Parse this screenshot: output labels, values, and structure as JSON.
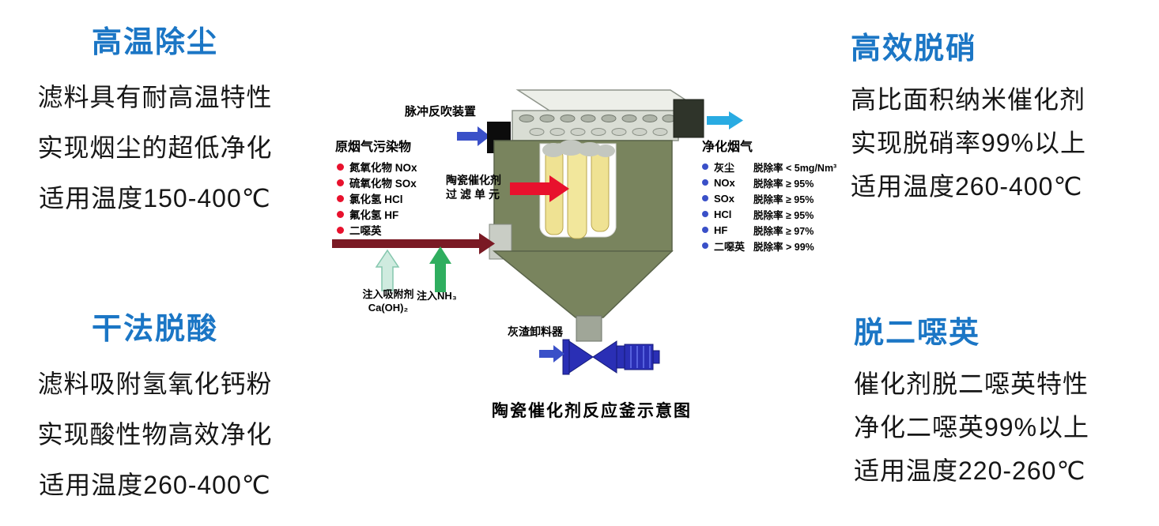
{
  "panels": {
    "top_left": {
      "title": "高温除尘",
      "lines": [
        "滤料具有耐高温特性",
        "实现烟尘的超低净化",
        "适用温度150-400℃"
      ]
    },
    "top_right": {
      "title": "高效脱硝",
      "lines": [
        "高比面积纳米催化剂",
        "实现脱硝率99%以上",
        "适用温度260-400℃"
      ]
    },
    "bottom_left": {
      "title": "干法脱酸",
      "lines": [
        "滤料吸附氢氧化钙粉",
        "实现酸性物高效净化",
        "适用温度260-400℃"
      ]
    },
    "bottom_right": {
      "title": "脱二噁英",
      "lines": [
        "催化剂脱二噁英特性",
        "净化二噁英99%以上",
        "适用温度220-260℃"
      ]
    }
  },
  "diagram": {
    "caption": "陶瓷催化剂反应釜示意图",
    "pulse_device_label": "脉冲反吹装置",
    "raw_gas": {
      "title": "原烟气污染物",
      "items": [
        "氮氧化物 NOx",
        "硫氧化物 SOx",
        "氯化氢  HCl",
        "氟化氢  HF",
        "二噁英"
      ]
    },
    "filter_unit": {
      "line1": "陶瓷催化剂",
      "line2": "过滤单元"
    },
    "inject_absorbent": {
      "line1": "注入吸附剂",
      "line2": "Ca(OH)₂"
    },
    "inject_nh3": "注入NH₃",
    "clean_gas": {
      "title": "净化烟气",
      "rows": [
        {
          "name": "灰尘",
          "spec": "脱除率 < 5mg/Nm³"
        },
        {
          "name": "NOx",
          "spec": "脱除率 ≥  95%"
        },
        {
          "name": "SOx",
          "spec": "脱除率 ≥  95%"
        },
        {
          "name": "HCl",
          "spec": "脱除率 ≥  95%"
        },
        {
          "name": "HF",
          "spec": "脱除率 ≥  97%"
        },
        {
          "name": "二噁英",
          "spec": "脱除率 >  99%"
        }
      ]
    },
    "ash_discharger_label": "灰渣卸料器"
  },
  "colors": {
    "heading_blue": "#1B76C5",
    "arrow_red": "#E8112D",
    "arrow_dark_red": "#7A1A24",
    "arrow_green": "#2FAE5F",
    "arrow_pale_green": "#CFEBDF",
    "arrow_cyan": "#29ABE2",
    "arrow_blue": "#3A50C8",
    "vessel_olive": "#79845E",
    "valve_blue": "#2A2FB5",
    "candle_yellow": "#EFE293"
  }
}
